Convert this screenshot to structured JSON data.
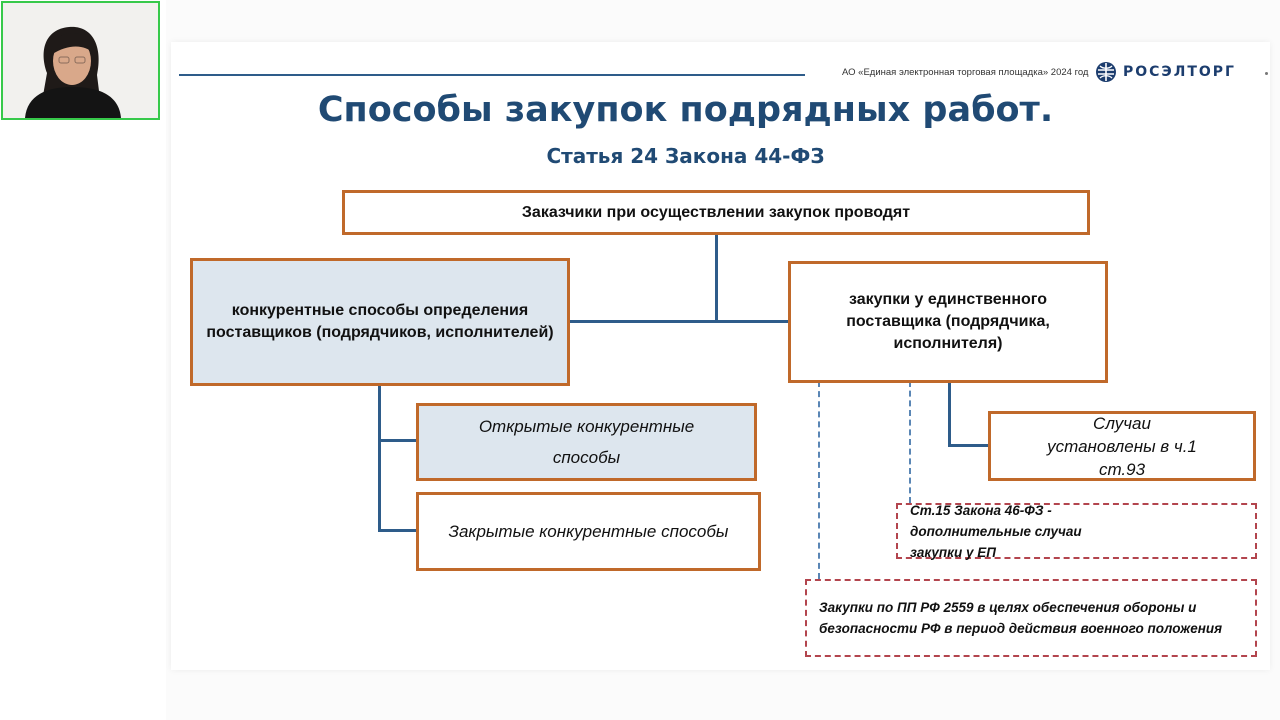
{
  "slide": {
    "header_caption": "АО «Единая электронная торговая площадка» 2024 год",
    "logo_text": "РОСЭЛТОРГ",
    "title": "Способы закупок подрядных работ.",
    "subtitle": "Статья 24 Закона 44-ФЗ"
  },
  "diagram": {
    "root": "Заказчики при осуществлении закупок проводят",
    "competitive": "конкурентные способы определения поставщиков (подрядчиков, исполнителей)",
    "single": "закупки у единственного поставщика (подрядчика, исполнителя)",
    "open": "Открытые конкурентные способы",
    "closed": "Закрытые конкурентные способы",
    "cases": "Случаи установлены в ч.1 ст.93",
    "law46": "Ст.15 Закона  46-ФЗ - дополнительные случаи закупки у ЕП",
    "pp2559": "Закупки по ПП РФ 2559 в целях обеспечения обороны и безопасности РФ в период действия военного положения"
  },
  "colors": {
    "title": "#204a74",
    "box_border": "#c0692a",
    "box_fill_blue": "#dde6ee",
    "dashed_border": "#b3454e",
    "connector": "#2e5c8a"
  }
}
